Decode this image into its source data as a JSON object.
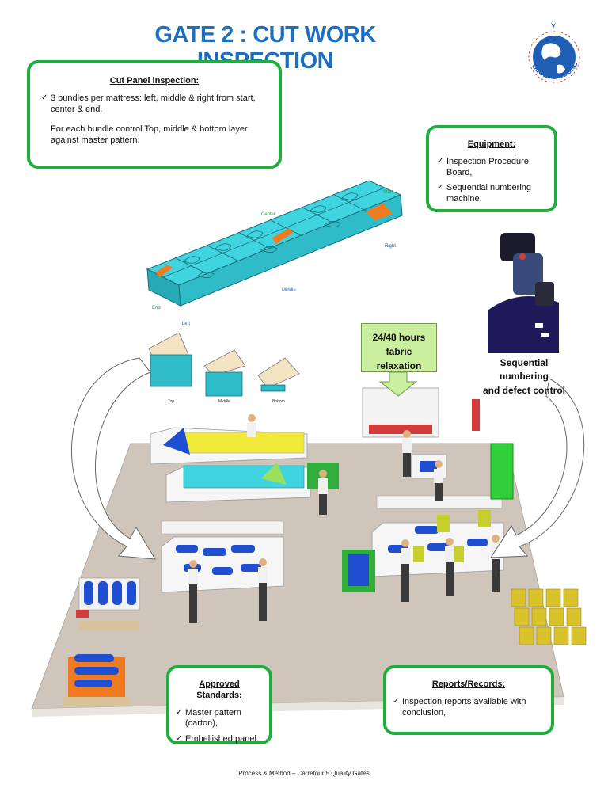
{
  "title": "GATE 2 : CUT WORK INSPECTION",
  "logo": {
    "text": "GLOBAL SOURCING",
    "icon": "globe-icon"
  },
  "cut_panel": {
    "heading": "Cut Panel inspection:",
    "item1": "3 bundles per mattress: left, middle & right from start, center & end.",
    "item2": "For each bundle control Top, middle & bottom layer against master pattern."
  },
  "equipment": {
    "heading": "Equipment:",
    "items": [
      "Inspection Procedure Board,",
      "Sequential numbering machine."
    ]
  },
  "mattress_labels": {
    "start": "Start",
    "center": "Center",
    "end": "End",
    "left": "Left",
    "middle": "Middle",
    "right": "Right"
  },
  "layer_labels": {
    "top": "Top",
    "middle": "Middle",
    "bottom": "Bottom"
  },
  "relaxation": {
    "line1": "24/48 hours fabric",
    "line2": "relaxation"
  },
  "sequential": {
    "line1": "Sequential numbering",
    "line2": "and defect control"
  },
  "approved_standards": {
    "heading": "Approved Standards:",
    "items": [
      "Master pattern (carton),",
      "Embellished panel."
    ]
  },
  "reports": {
    "heading": "Reports/Records:",
    "items": [
      "Inspection reports available  with conclusion,"
    ]
  },
  "footer": "Process & Method – Carrefour 5 Quality Gates",
  "colors": {
    "title": "#1f6fc1",
    "frame": "#1fae3c",
    "mattress": "#35c8d6",
    "highlight": "#f07a1f",
    "relax_box": "#c9ef9f"
  }
}
